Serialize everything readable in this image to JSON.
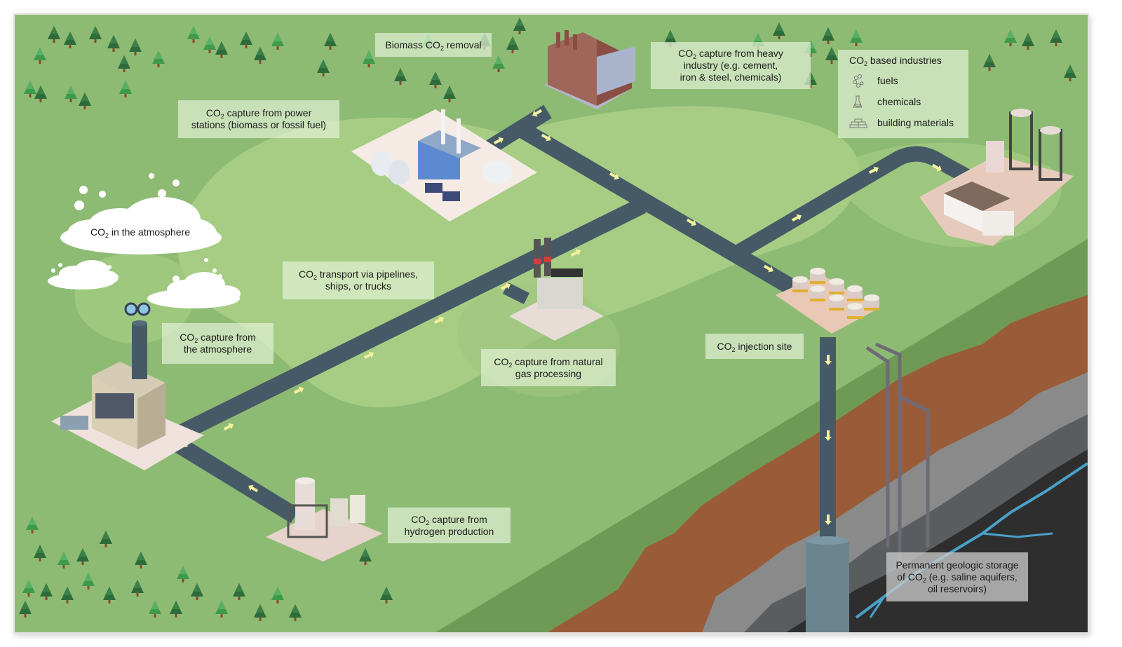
{
  "title": "CO2 capture, transport, use and storage",
  "labels": {
    "biomass_removal": {
      "pre": "Biomass CO",
      "sub": "2",
      "post": " removal"
    },
    "heavy_industry": {
      "line1_pre": "CO",
      "line1_sub": "2",
      "line1_post": " capture from heavy",
      "line2": "industry (e.g. cement,",
      "line3": "iron & steel, chemicals)"
    },
    "power_stations": {
      "line1_pre": "CO",
      "line1_sub": "2",
      "line1_post": " capture from power",
      "line2": "stations (biomass or fossil fuel)"
    },
    "atmosphere_cloud": {
      "pre": "CO",
      "sub": "2",
      "post": " in the atmosphere"
    },
    "transport": {
      "line1_pre": "CO",
      "line1_sub": "2",
      "line1_post": " transport via pipelines,",
      "line2": "ships, or trucks"
    },
    "direct_air_capture": {
      "line1_pre": "CO",
      "line1_sub": "2",
      "line1_post": " capture from",
      "line2": "the atmosphere"
    },
    "natural_gas": {
      "line1_pre": "CO",
      "line1_sub": "2",
      "line1_post": " capture from natural",
      "line2": "gas processing"
    },
    "injection_site": {
      "pre": "CO",
      "sub": "2",
      "post": " injection site"
    },
    "hydrogen": {
      "line1_pre": "CO",
      "line1_sub": "2",
      "line1_post": " capture from",
      "line2": "hydrogen production"
    },
    "geologic_storage": {
      "line1": "Permanent geologic storage",
      "line2_pre": "of CO",
      "line2_sub": "2",
      "line2_post": " (e.g. saline aquifers,",
      "line3": "oil reservoirs)"
    }
  },
  "industries": {
    "title_pre": "CO",
    "title_sub": "2",
    "title_post": " based industries",
    "items": [
      {
        "icon": "molecule-icon",
        "label": "fuels"
      },
      {
        "icon": "flask-icon",
        "label": "chemicals"
      },
      {
        "icon": "bricks-icon",
        "label": "building materials"
      }
    ]
  },
  "colors": {
    "grass": "#8ebb74",
    "grass_light": "#a7cd85",
    "pipeline": "#455a66",
    "flow_arrow": "#f5f0a0",
    "soil": "#9a5c38",
    "rock_gray": "#8a8a8a",
    "rock_dark": "#2e2e2e",
    "water": "#4aa0c8",
    "label_bg": "#dcebd0"
  }
}
